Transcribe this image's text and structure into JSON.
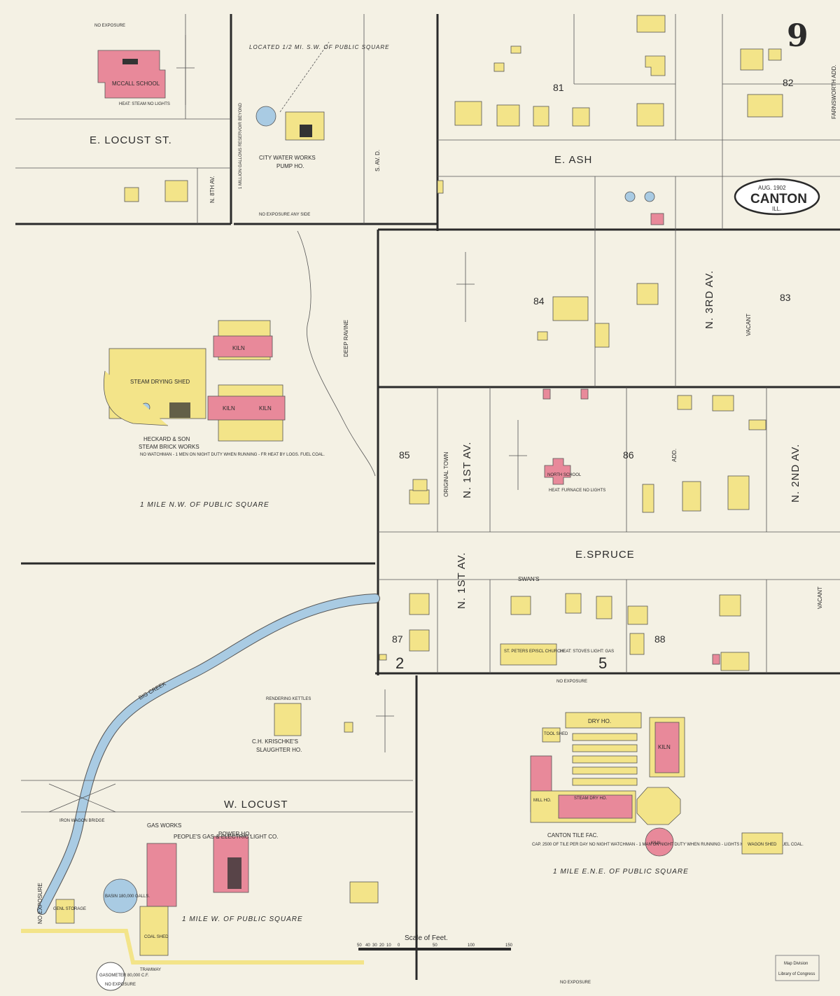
{
  "sheet": {
    "number": "9",
    "date": "AUG. 1902",
    "city": "CANTON",
    "state": "ILL."
  },
  "streets": {
    "e_locust": "E. LOCUST ST.",
    "n_8th": "N. 8TH AV.",
    "s_av_d": "S. AV. D.",
    "e_ash": "E. ASH",
    "n_3rd": "N. 3RD AV.",
    "e_spruce": "E.SPRUCE",
    "n_1st": "N. 1ST AV.",
    "n_2nd": "N. 2ND AV.",
    "w_locust": "W. LOCUST",
    "original_town": "ORIGINAL TOWN",
    "swan": "SWAN'S",
    "add": "ADD.",
    "farnsworth_add": "FARNSWORTH ADD.",
    "vacant": "VACANT"
  },
  "blocks": [
    "81",
    "82",
    "83",
    "84",
    "85",
    "86",
    "87",
    "88"
  ],
  "ward_numbers": [
    "2",
    "5"
  ],
  "labels": {
    "no_exposure": "NO EXPOSURE",
    "no_exposure_any_side": "NO EXPOSURE ANY SIDE",
    "located_note": "LOCATED 1/2 MI. S.W. OF PUBLIC SQUARE",
    "reservoir": "1 MILLION GALLONS RESERVOIR BEYOND",
    "water_works": "CITY WATER WORKS",
    "pump_ho": "PUMP HO.",
    "mccall_school": "MCCALL SCHOOL",
    "mccall_note": "HEAT: STEAM NO LIGHTS",
    "deep_ravine": "DEEP RAVINE",
    "kiln": "KILN",
    "steam_drying_shed": "STEAM DRYING SHED",
    "heckard": "HECKARD & SON",
    "steam_brick": "STEAM BRICK WORKS",
    "heckard_note": "NO WATCHMAN - 1 MEN ON NIGHT DUTY WHEN RUNNING - FR HEAT BY LOGS. FUEL COAL.",
    "mile_nw": "1 MILE N.W. OF PUBLIC SQUARE",
    "north_school": "NORTH SCHOOL",
    "north_school_note": "HEAT: FURNACE NO LIGHTS",
    "st_peters": "ST. PETERS EPISCL CHURCH",
    "church_note": "HEAT: STOVES LIGHT: GAS",
    "big_creek": "BIG CREEK",
    "iron_bridge": "IRON WAGON BRIDGE",
    "krischke": "C.H. KRISCHKE'S",
    "slaughter": "SLAUGHTER HO.",
    "rendering": "RENDERING KETTLES",
    "gas_works": "GAS WORKS",
    "peoples_gas": "PEOPLE'S GAS & ELECTRIC LIGHT CO.",
    "power_ho": "POWER HO.",
    "basin": "BASIN 180,000 GALLS.",
    "coal_shed": "COAL SHED",
    "gasometer": "GASOMETER 80,000 C.F.",
    "genl_storage": "GENL STORAGE",
    "tramway": "TRAMWAY",
    "mile_w": "1 MILE W. OF PUBLIC SQUARE",
    "dry_ho": "DRY HO.",
    "tool_shed": "TOOL SHED",
    "mill_ho": "MILL HO.",
    "steam_dry_ho": "STEAM DRY HO.",
    "canton_tile": "CANTON TILE FAC.",
    "tile_note": "CAP. 2500 OF TILE PER DAY NO NIGHT WATCHMAN - 1 MAN ON NIGHT DUTY WHEN RUNNING - LIGHTS KERO. OIL LAMPS. FUEL COAL.",
    "wagon_shed": "WAGON SHED",
    "mile_ene": "1 MILE E.N.E. OF PUBLIC SQUARE",
    "scale": "Scale of Feet.",
    "scale_ticks": [
      "50",
      "40",
      "30",
      "20",
      "10",
      "0",
      "50",
      "100",
      "150"
    ],
    "stamp1": "Map Division",
    "stamp2": "Library of Congress"
  },
  "colors": {
    "paper": "#f4f1e4",
    "frame_brick": "#e8899a",
    "frame_wood": "#f3e489",
    "water": "#a9cbe3",
    "outline": "#2a2a2a"
  }
}
